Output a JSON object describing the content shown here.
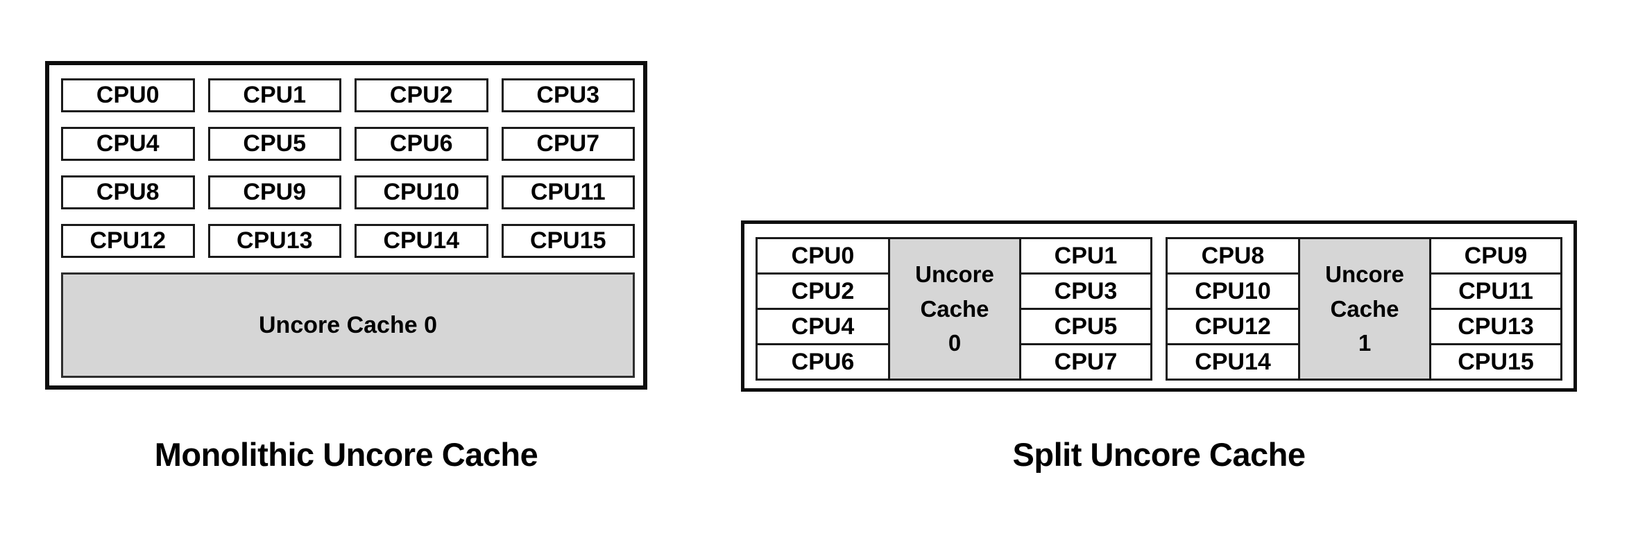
{
  "colors": {
    "cache_fill": "#d6d6d6",
    "border": "#1a1a1a"
  },
  "diagrams": {
    "monolithic": {
      "caption": "Monolithic Uncore Cache",
      "cpu_grid": [
        [
          "CPU0",
          "CPU1",
          "CPU2",
          "CPU3"
        ],
        [
          "CPU4",
          "CPU5",
          "CPU6",
          "CPU7"
        ],
        [
          "CPU8",
          "CPU9",
          "CPU10",
          "CPU11"
        ],
        [
          "CPU12",
          "CPU13",
          "CPU14",
          "CPU15"
        ]
      ],
      "cache_label": "Uncore Cache 0"
    },
    "split": {
      "caption": "Split Uncore Cache",
      "groups": [
        {
          "left_cpus": [
            "CPU0",
            "CPU2",
            "CPU4",
            "CPU6"
          ],
          "cache_lines": [
            "Uncore",
            "Cache",
            "0"
          ],
          "right_cpus": [
            "CPU1",
            "CPU3",
            "CPU5",
            "CPU7"
          ]
        },
        {
          "left_cpus": [
            "CPU8",
            "CPU10",
            "CPU12",
            "CPU14"
          ],
          "cache_lines": [
            "Uncore",
            "Cache",
            "1"
          ],
          "right_cpus": [
            "CPU9",
            "CPU11",
            "CPU13",
            "CPU15"
          ]
        }
      ]
    }
  }
}
